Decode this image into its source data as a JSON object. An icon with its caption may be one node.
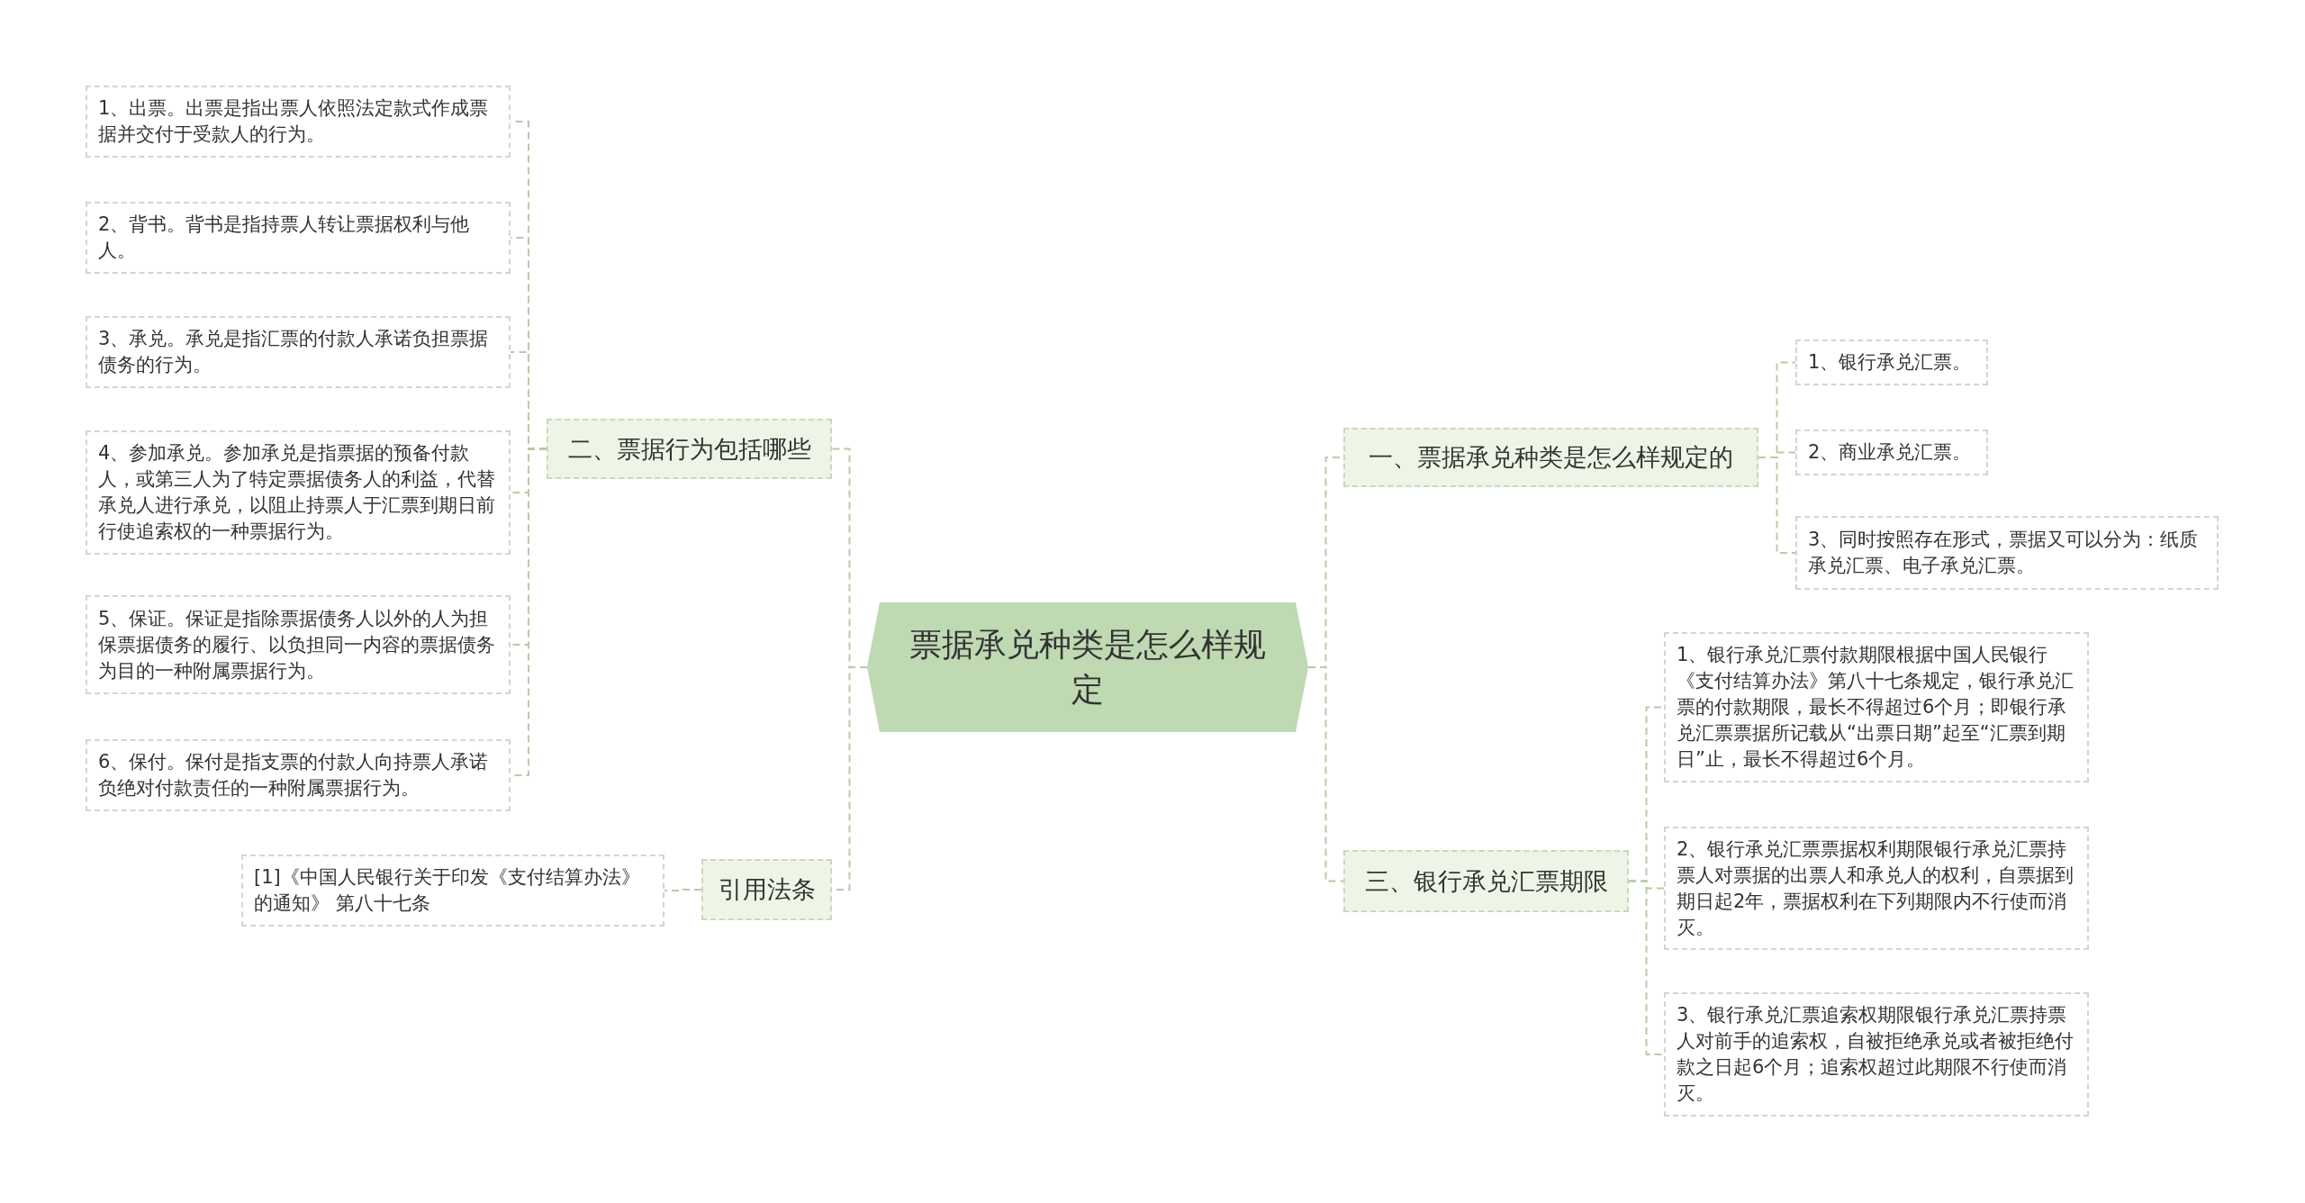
{
  "diagram": {
    "nodes": [
      {
        "text": [
          "票据承兑种类是怎么样规定"
        ]
      },
      {
        "text": [
          "二、票据行为包括哪些"
        ]
      },
      {
        "text": [
          "1、出票。出票是指出票人依照法定款式作成票据并交付于受款人的行为。"
        ]
      },
      {
        "text": [
          "2、背书。背书是指持票人转让票据权利与他人。"
        ]
      },
      {
        "text": [
          "3、承兑。承兑是指汇票的付款人承诺负担票据债务的行为。"
        ]
      },
      {
        "text": [
          "4、参加承兑。参加承兑是指票据的预备付款人，或第三人为了特定票据债务人的利益，代替承兑人进行承兑，以阻止持票人于汇票到期日前行使追索权的一种票据行为。"
        ]
      },
      {
        "text": [
          "5、保证。保证是指除票据债务人以外的人为担保票据债务的履行、以负担同一内容的票据债务为目的一种附属票据行为。"
        ]
      },
      {
        "text": [
          "6、保付。保付是指支票的付款人向持票人承诺负绝对付款责任的一种附属票据行为。"
        ]
      },
      {
        "text": [
          "引用法条"
        ]
      },
      {
        "text": [
          "[1]《中国人民银行关于印发《支付结算办法》的通知》 第八十七条"
        ]
      },
      {
        "text": [
          "一、票据承兑种类是怎么样规定的"
        ]
      },
      {
        "text": [
          "1、银行承兑汇票。"
        ]
      },
      {
        "text": [
          "2、商业承兑汇票。"
        ]
      },
      {
        "text": [
          "3、同时按照存在形式，票据又可以分为：纸质承兑汇票、电子承兑汇票。"
        ]
      },
      {
        "text": [
          "三、银行承兑汇票期限"
        ]
      },
      {
        "text": [
          "1、银行承兑汇票付款期限根据中国人民银行《支付结算办法》第八十七条规定，银行承兑汇票的付款期限，最长不得超过6个月；即银行承兑汇票票据所记载从“出票日期”起至“汇票到期日”止，最长不得超过6个月。"
        ]
      },
      {
        "text": [
          "2、银行承兑汇票票据权利期限银行承兑汇票持票人对票据的出票人和承兑人的权利，自票据到期日起2年，票据权利在下列期限内不行使而消灭。"
        ]
      },
      {
        "text": [
          "3、银行承兑汇票追索权期限银行承兑汇票持票人对前手的追索权，自被拒绝承兑或者被拒绝付款之日起6个月；追索权超过此期限不行使而消灭。"
        ]
      }
    ],
    "edges": [
      {
        "from": 0,
        "to": 1,
        "arrow": "none"
      },
      {
        "from": 1,
        "to": 2,
        "arrow": "none"
      },
      {
        "from": 1,
        "to": 3,
        "arrow": "none"
      },
      {
        "from": 1,
        "to": 4,
        "arrow": "none"
      },
      {
        "from": 1,
        "to": 5,
        "arrow": "none"
      },
      {
        "from": 1,
        "to": 6,
        "arrow": "none"
      },
      {
        "from": 1,
        "to": 7,
        "arrow": "none"
      },
      {
        "from": 0,
        "to": 8,
        "arrow": "none"
      },
      {
        "from": 8,
        "to": 9,
        "arrow": "none"
      },
      {
        "from": 0,
        "to": 10,
        "arrow": "none"
      },
      {
        "from": 10,
        "to": 11,
        "arrow": "none"
      },
      {
        "from": 10,
        "to": 12,
        "arrow": "none"
      },
      {
        "from": 10,
        "to": 13,
        "arrow": "none"
      },
      {
        "from": 0,
        "to": 14,
        "arrow": "none"
      },
      {
        "from": 14,
        "to": 15,
        "arrow": "none"
      },
      {
        "from": 14,
        "to": 16,
        "arrow": "none"
      },
      {
        "from": 14,
        "to": 17,
        "arrow": "none"
      }
    ]
  }
}
